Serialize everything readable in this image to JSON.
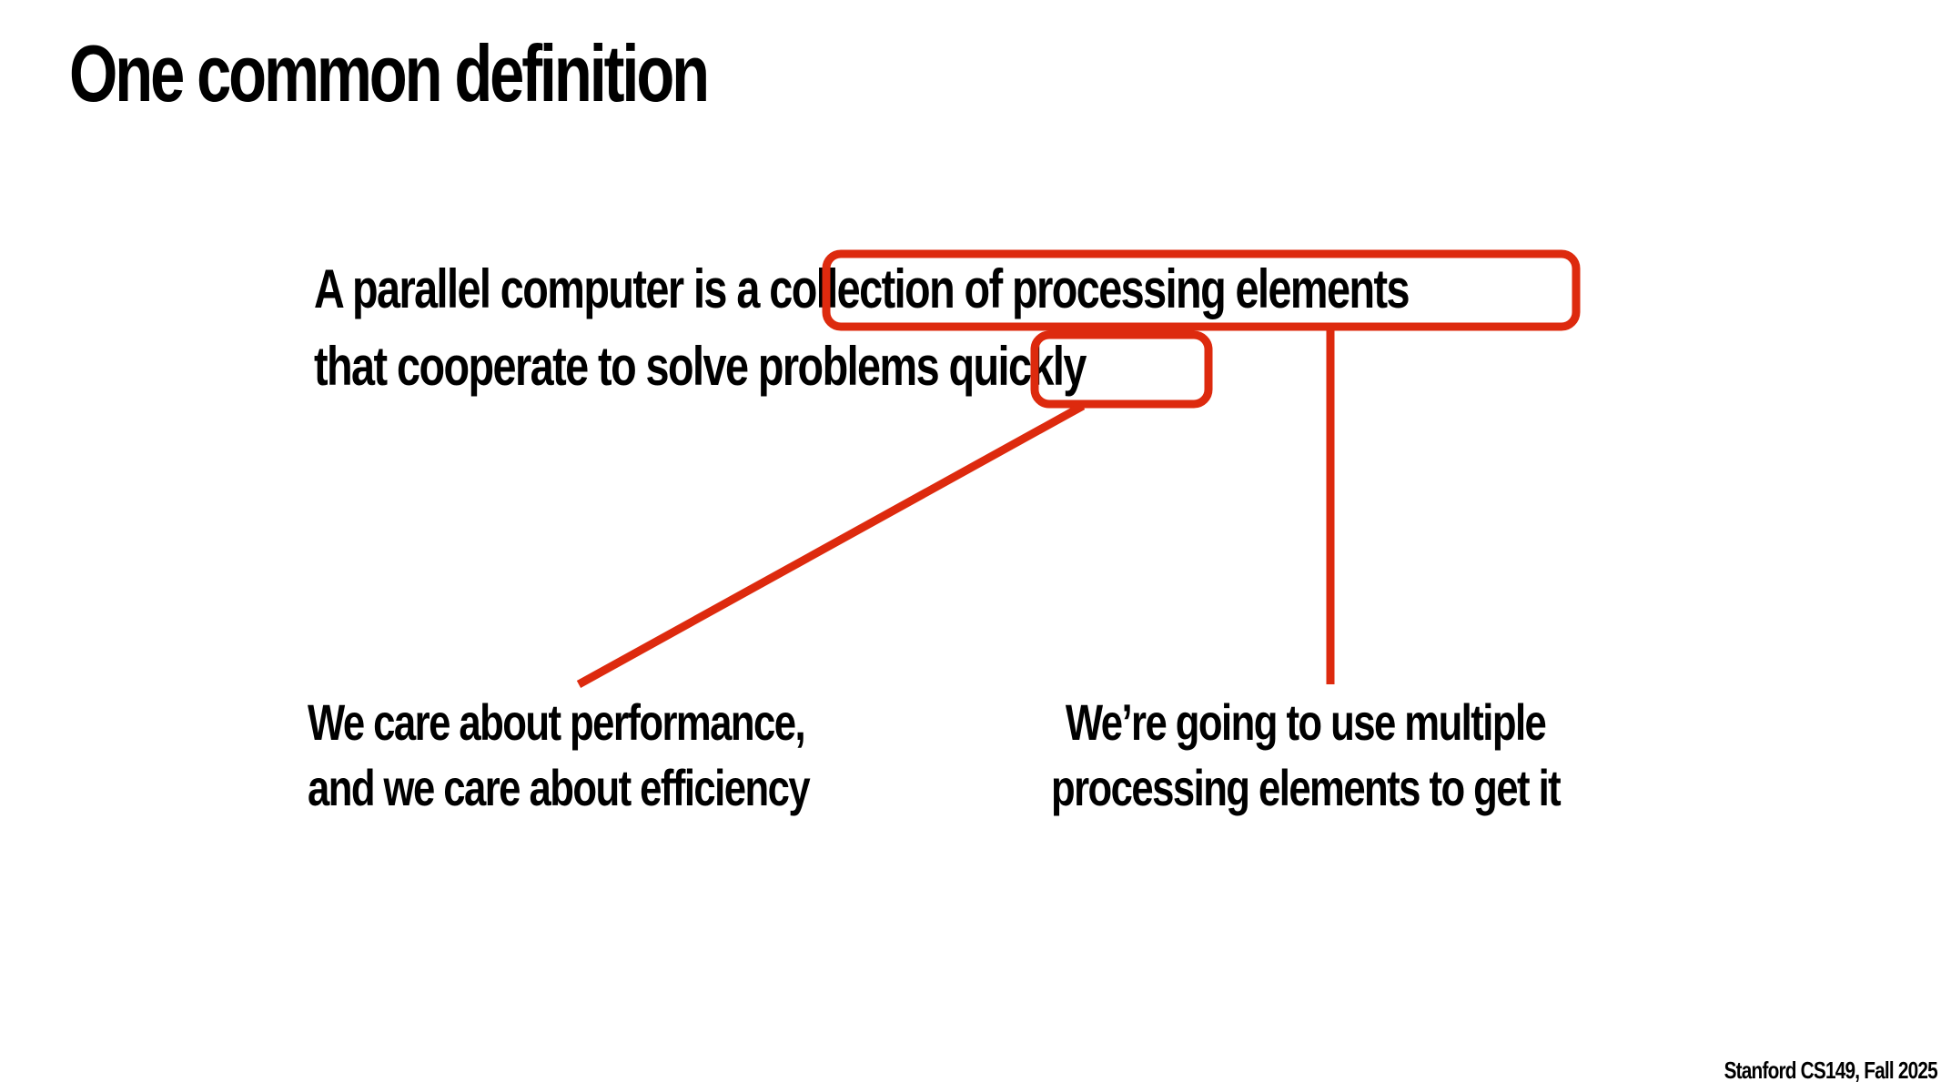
{
  "slide": {
    "title": "One common definition",
    "definition": {
      "line1_prefix": "A parallel computer is a ",
      "line1_highlight": "collection of processing elements",
      "line2_prefix": "that cooperate to solve problems ",
      "line2_highlight": "quickly"
    },
    "annotations": {
      "left": {
        "line1": "We care about performance,",
        "line2": "and we care about efficiency"
      },
      "right": {
        "line1": "We’re going to use multiple",
        "line2": "processing elements to get it"
      }
    },
    "footer": "Stanford CS149, Fall 2025",
    "colors": {
      "highlight": "#dd2a0e",
      "text": "#000000",
      "background": "#ffffff"
    }
  }
}
